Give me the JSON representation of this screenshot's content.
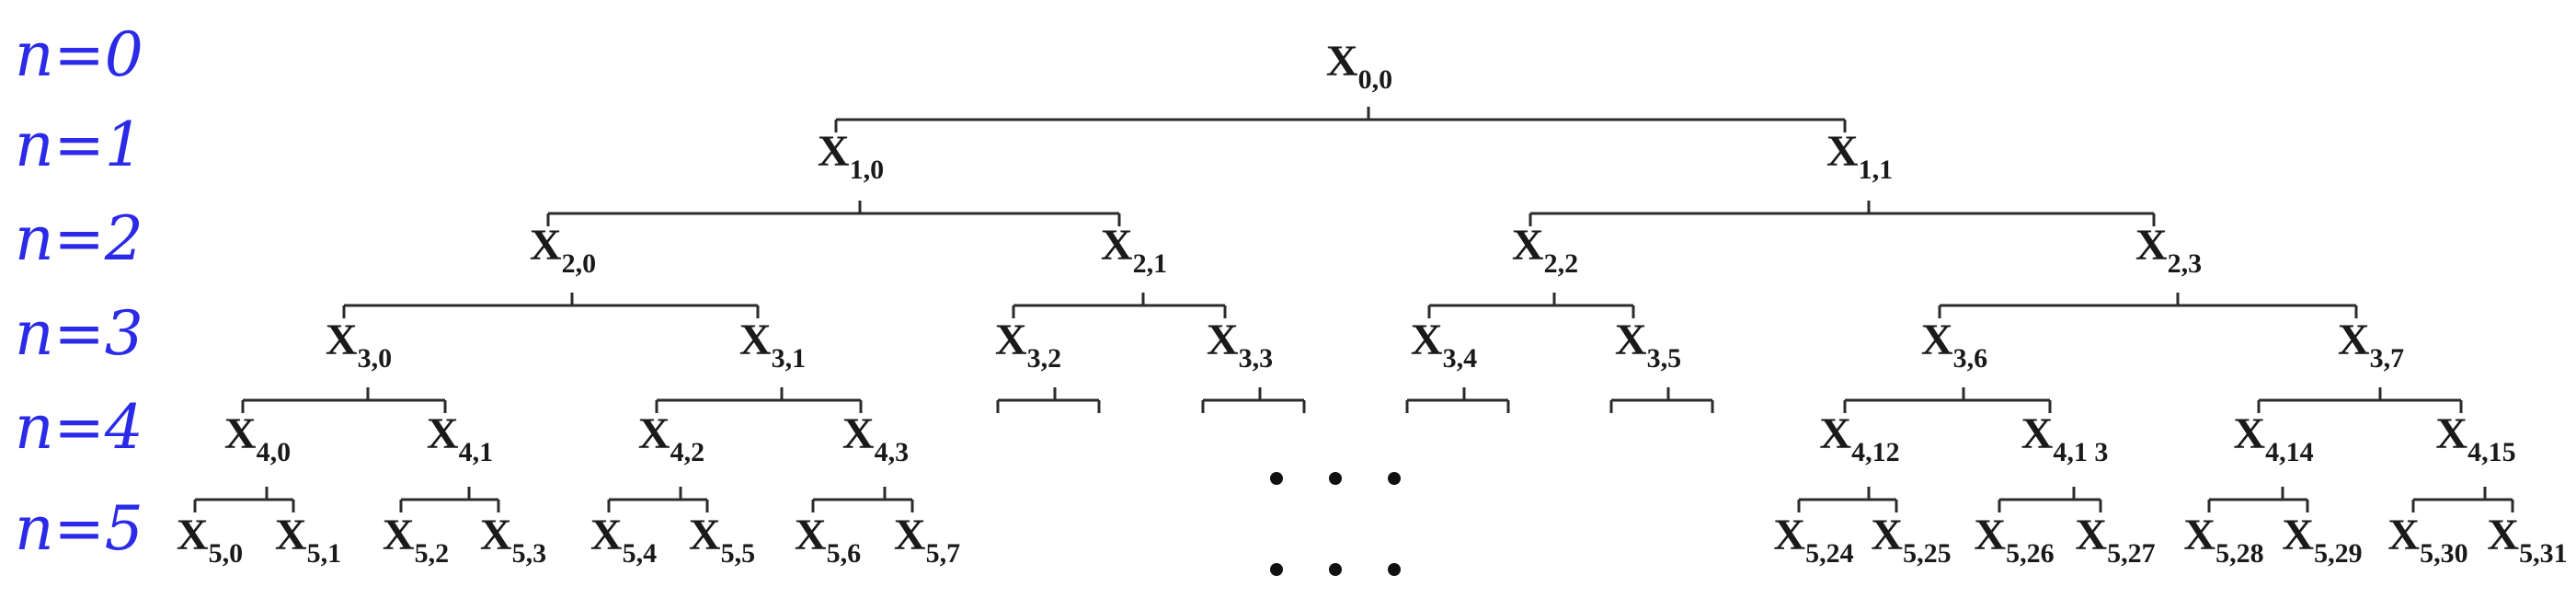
{
  "levels": [
    "n=0",
    "n=1",
    "n=2",
    "n=3",
    "n=4",
    "n=5"
  ],
  "colors": {
    "level_label": "#2a2ae8",
    "node_text": "#1a1a1a",
    "edge": "#2b2b2b"
  },
  "ellipsis": "• • •",
  "nodes": [
    {
      "id": "0-0",
      "base": "X",
      "sub": "0,0"
    },
    {
      "id": "1-0",
      "base": "X",
      "sub": "1,0"
    },
    {
      "id": "1-1",
      "base": "X",
      "sub": "1,1"
    },
    {
      "id": "2-0",
      "base": "X",
      "sub": "2,0"
    },
    {
      "id": "2-1",
      "base": "X",
      "sub": "2,1"
    },
    {
      "id": "2-2",
      "base": "X",
      "sub": "2,2"
    },
    {
      "id": "2-3",
      "base": "X",
      "sub": "2,3"
    },
    {
      "id": "3-0",
      "base": "X",
      "sub": "3,0"
    },
    {
      "id": "3-1",
      "base": "X",
      "sub": "3,1"
    },
    {
      "id": "3-2",
      "base": "X",
      "sub": "3,2"
    },
    {
      "id": "3-3",
      "base": "X",
      "sub": "3,3"
    },
    {
      "id": "3-4",
      "base": "X",
      "sub": "3,4"
    },
    {
      "id": "3-5",
      "base": "X",
      "sub": "3,5"
    },
    {
      "id": "3-6",
      "base": "X",
      "sub": "3,6"
    },
    {
      "id": "3-7",
      "base": "X",
      "sub": "3,7"
    },
    {
      "id": "4-0",
      "base": "X",
      "sub": "4,0"
    },
    {
      "id": "4-1",
      "base": "X",
      "sub": "4,1"
    },
    {
      "id": "4-2",
      "base": "X",
      "sub": "4,2"
    },
    {
      "id": "4-3",
      "base": "X",
      "sub": "4,3"
    },
    {
      "id": "4-12",
      "base": "X",
      "sub": "4,12"
    },
    {
      "id": "4-13",
      "base": "X",
      "sub": "4,1 3"
    },
    {
      "id": "4-14",
      "base": "X",
      "sub": "4,14"
    },
    {
      "id": "4-15",
      "base": "X",
      "sub": "4,15"
    },
    {
      "id": "5-0",
      "base": "X",
      "sub": "5,0"
    },
    {
      "id": "5-1",
      "base": "X",
      "sub": "5,1"
    },
    {
      "id": "5-2",
      "base": "X",
      "sub": "5,2"
    },
    {
      "id": "5-3",
      "base": "X",
      "sub": "5,3"
    },
    {
      "id": "5-4",
      "base": "X",
      "sub": "5,4"
    },
    {
      "id": "5-5",
      "base": "X",
      "sub": "5,5"
    },
    {
      "id": "5-6",
      "base": "X",
      "sub": "5,6"
    },
    {
      "id": "5-7",
      "base": "X",
      "sub": "5,7"
    },
    {
      "id": "5-24",
      "base": "X",
      "sub": "5,24"
    },
    {
      "id": "5-25",
      "base": "X",
      "sub": "5,25"
    },
    {
      "id": "5-26",
      "base": "X",
      "sub": "5,26"
    },
    {
      "id": "5-27",
      "base": "X",
      "sub": "5,27"
    },
    {
      "id": "5-28",
      "base": "X",
      "sub": "5,28"
    },
    {
      "id": "5-29",
      "base": "X",
      "sub": "5,29"
    },
    {
      "id": "5-30",
      "base": "X",
      "sub": "5,30"
    },
    {
      "id": "5-31",
      "base": "X",
      "sub": "5,31"
    }
  ]
}
